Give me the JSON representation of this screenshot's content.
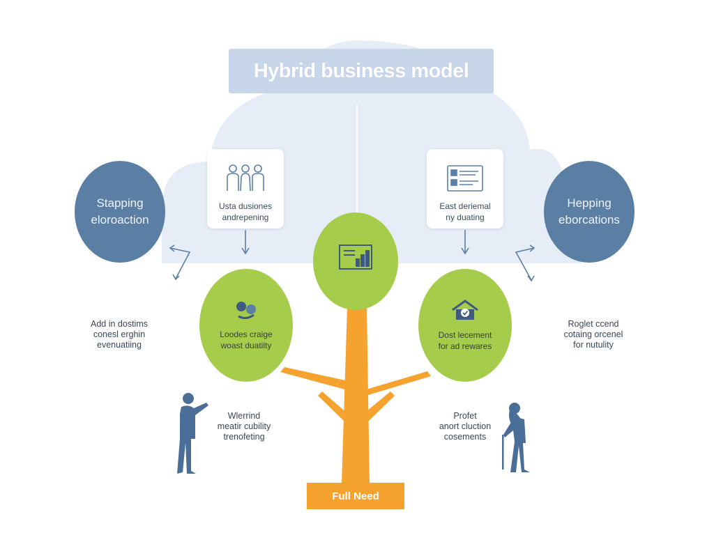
{
  "title": "Hybrid business model",
  "left_circle": {
    "line1": "Stapping",
    "line2": "eloroaction"
  },
  "right_circle": {
    "line1": "Hepping",
    "line2": "eborcations"
  },
  "left_card": {
    "icon": "people-icon",
    "line1": "Usta dusiones",
    "line2": "andrepening"
  },
  "right_card": {
    "icon": "document-icon",
    "line1": "East deriemal",
    "line2": "ny duating"
  },
  "center_node": {
    "icon": "bar-chart-icon"
  },
  "left_node": {
    "icon": "handshake-icon",
    "line1": "Loodes craige",
    "line2": "woast duatilty"
  },
  "right_node": {
    "icon": "home-check-icon",
    "line1": "Dost lecement",
    "line2": "for ad rewares"
  },
  "left_side_text": {
    "line1": "Add in dostims",
    "line2": "conesl erghin",
    "line3": "evenuatiing"
  },
  "right_side_text": {
    "line1": "Roglet ccend",
    "line2": "cotaing orcenel",
    "line3": "for nutulity"
  },
  "left_person_text": {
    "line1": "Wlerrind",
    "line2": "meatir cubility",
    "line3": "trenofeting"
  },
  "right_person_text": {
    "line1": "Profet",
    "line2": "anort cluction",
    "line3": "cosements"
  },
  "base_label": "Full Need",
  "colors": {
    "cloud": "#e6edf7",
    "title_box": "#c8d6ea",
    "blue": "#5b7ea5",
    "green": "#a6cc4c",
    "orange": "#f5a32e",
    "arrow": "#5b7ea5"
  }
}
